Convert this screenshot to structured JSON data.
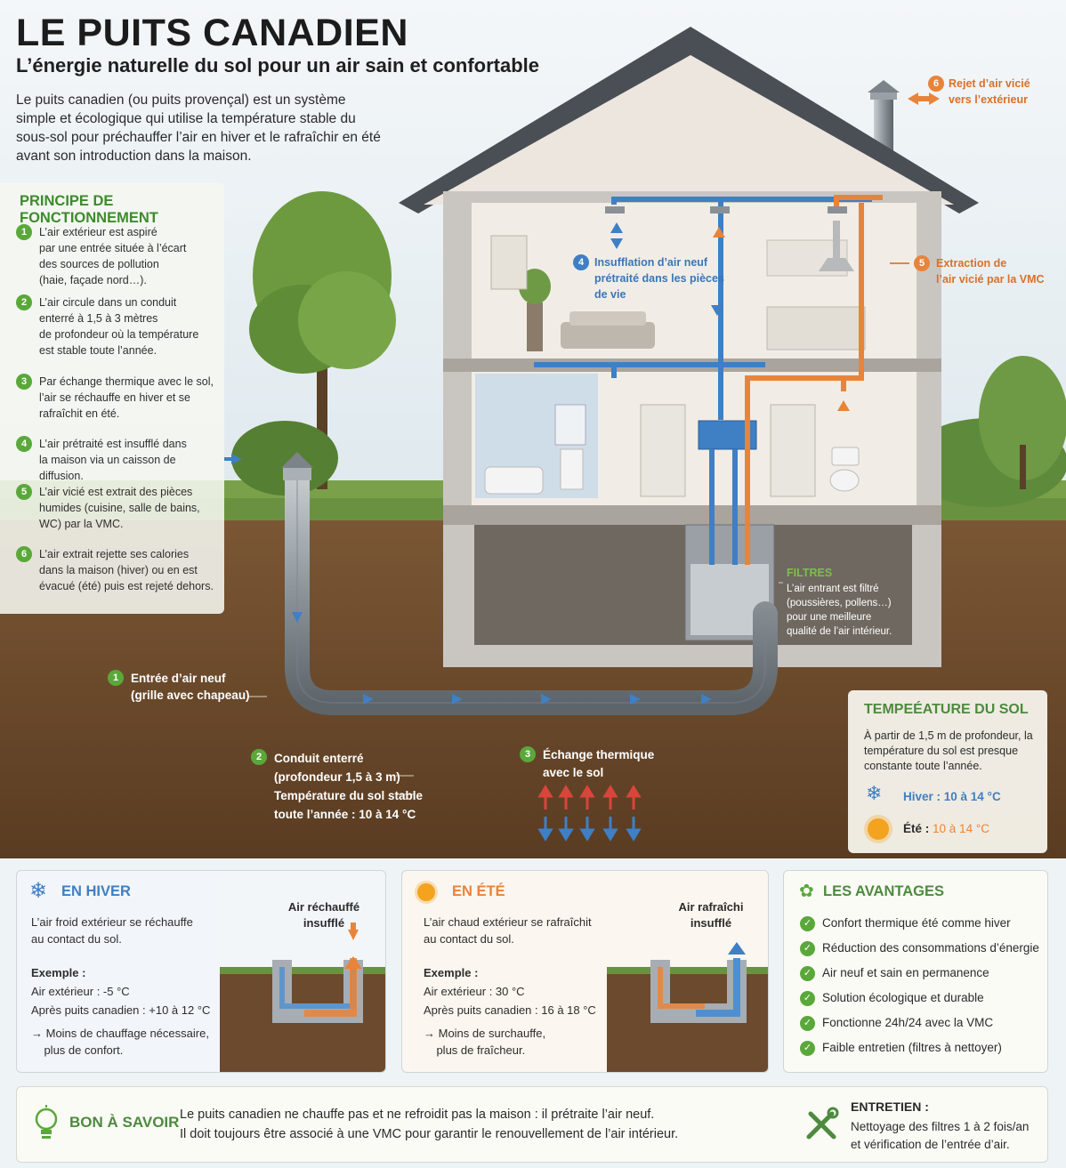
{
  "header": {
    "title": "LE PUITS CANADIEN",
    "subtitle": "L’énergie naturelle du sol pour un air sain et confortable",
    "intro": "Le puits canadien (ou puits provençal) est un système simple et écologique qui utilise la température stable du sous-sol pour préchauffer l’air en hiver et le rafraîchir en été avant son introduction dans la maison."
  },
  "principle": {
    "title": "PRINCIPE DE FONCTIONNEMENT",
    "steps": [
      {
        "num": "1",
        "text": "L’air extérieur est aspiré\npar une entrée située à l’écart\ndes sources de pollution\n(haie, façade nord…)."
      },
      {
        "num": "2",
        "text": "L’air circule dans un conduit\nenterré à 1,5 à 3 mètres\nde profondeur où la température\nest stable toute l’année."
      },
      {
        "num": "3",
        "text": "Par échange thermique avec le sol,\nl’air se réchauffe en hiver et se\nrafraîchit en été."
      },
      {
        "num": "4",
        "text": "L’air prétraité est insufflé dans\nla maison via un caisson de diffusion."
      },
      {
        "num": "5",
        "text": "L’air vicié est extrait des pièces\nhumides (cuisine, salle de bains,\nWC) par la VMC."
      },
      {
        "num": "6",
        "text": "L’air extrait rejette ses calories\ndans la maison (hiver) ou en est\névacué (été) puis est rejeté dehors."
      }
    ]
  },
  "callouts": {
    "c1_num": "1",
    "c1": "Entrée d’air neuf\n(grille avec chapeau)",
    "c2_num": "2",
    "c2": "Conduit enterré\n(profondeur 1,5 à 3 m)\nTempérature du sol stable\ntoute l’année : 10 à 14 °C",
    "c3_num": "3",
    "c3": "Échange thermique\navec le sol",
    "c4_num": "4",
    "c4": "Insufflation d’air neuf\nprétraité dans les pièces\nde vie",
    "c5_num": "5",
    "c5": "Extraction de\nl’air vicié par la VMC",
    "c6_num": "6",
    "c6": "Rejet d’air vicié\nvers l’extérieur",
    "filters_title": "FILTRES",
    "filters_text": "L’air entrant est filtré\n(poussières, pollens…)\npour une meilleure\nqualité de l’air intérieur."
  },
  "soil": {
    "title": "TEMPEÉATURE DU SOL",
    "desc": "À partir de 1,5 m de profondeur, la température du sol est presque constante toute l’année.",
    "winter_label": "Hiver : 10 à 14 °C",
    "summer_label": "Été :",
    "summer_value": "10 à 14 °C"
  },
  "winter": {
    "title": "EN HIVER",
    "desc": "L’air froid extérieur se réchauffe\nau contact du sol.",
    "example_label": "Exemple :",
    "outside": "Air extérieur : -5 °C",
    "after": "Après puits canadien : +10 à 12 °C",
    "benefit": "→ Moins de chauffage nécessaire,\n    plus de confort.",
    "diagram_label": "Air réchauffé\ninsufflé"
  },
  "summer": {
    "title": "EN ÉTÉ",
    "desc": "L’air chaud extérieur se rafraîchit\nau contact du sol.",
    "example_label": "Exemple :",
    "outside": "Air extérieur : 30 °C",
    "after": "Après puits canadien : 16 à 18 °C",
    "benefit": "→ Moins de surchauffe,\n    plus de fraîcheur.",
    "diagram_label": "Air rafraîchi\ninsufflé"
  },
  "advantages": {
    "title": "LES AVANTAGES",
    "items": [
      "Confort thermique été comme hiver",
      "Réduction des consommations d’énergie",
      "Air neuf et sain en permanence",
      "Solution écologique et durable",
      "Fonctionne 24h/24 avec la VMC",
      "Faible entretien (filtres à nettoyer)"
    ]
  },
  "tips": {
    "title": "BON À SAVOIR",
    "line1": "Le puits canadien ne chauffe pas et ne refroidit pas la maison : il prétraite l’air neuf.",
    "line2": "Il doit toujours être associé à une VMC pour garantir le renouvellement de l’air intérieur.",
    "maint_title": "ENTRETIEN :",
    "maint_text": "Nettoyage des filtres 1 à 2 fois/an\net vérification de l’entrée d’air."
  },
  "colors": {
    "green": "#5aa83a",
    "blue": "#3f7fc4",
    "orange": "#e8843a",
    "soil": "#6b4a2e"
  }
}
